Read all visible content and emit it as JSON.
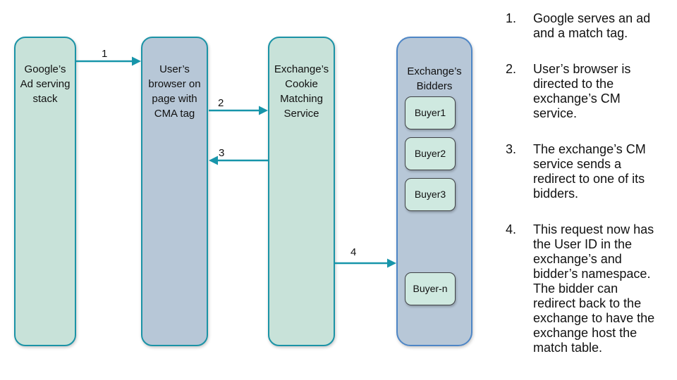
{
  "diagram": {
    "nodes": [
      {
        "id": "google",
        "label": "Google’s\nAd serving\nstack"
      },
      {
        "id": "browser",
        "label": "User’s\nbrowser on\npage with\nCMA tag"
      },
      {
        "id": "cm",
        "label": "Exchange’s\nCookie\nMatching\nService"
      },
      {
        "id": "bidders",
        "label": "Exchange’s\nBidders"
      }
    ],
    "buyers": [
      {
        "label": "Buyer1"
      },
      {
        "label": "Buyer2"
      },
      {
        "label": "Buyer3"
      },
      {
        "label": "Buyer-n"
      }
    ],
    "arrows": [
      {
        "label": "1",
        "from": "google",
        "to": "browser"
      },
      {
        "label": "2",
        "from": "browser",
        "to": "cm"
      },
      {
        "label": "3",
        "from": "cm",
        "to": "browser"
      },
      {
        "label": "4",
        "from": "cm",
        "to": "bidders"
      }
    ]
  },
  "steps": [
    {
      "num": "1.",
      "text": "Google serves an ad\nand a match tag."
    },
    {
      "num": "2.",
      "text": "User’s browser is\ndirected to the\nexchange’s CM\nservice."
    },
    {
      "num": "3.",
      "text": "The exchange’s CM\nservice sends a\nredirect to one of its\nbidders."
    },
    {
      "num": "4.",
      "text": "This request now has\nthe User ID in the\nexchange’s and\nbidder’s namespace.\nThe bidder can\nredirect back to the\nexchange to have the\nexchange host the\nmatch table."
    }
  ],
  "colors": {
    "background": "#ffffff",
    "node_green_fill": "#c8e2d9",
    "node_blue_fill": "#b7c7d7",
    "teal_border": "#1b93a6",
    "bidders_border": "#4e86c6",
    "buyer_fill": "#cfe9e0",
    "buyer_border": "#3f4245",
    "arrow": "#1795aa",
    "text": "#111111"
  }
}
